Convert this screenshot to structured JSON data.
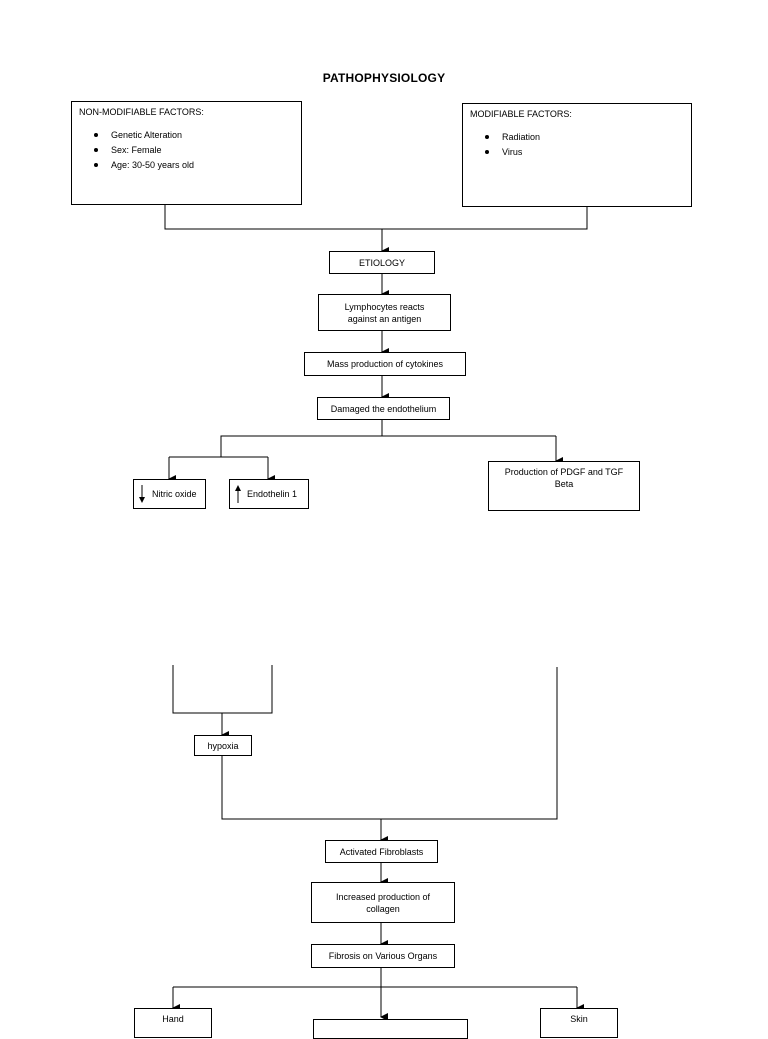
{
  "title": "PATHOPHYSIOLOGY",
  "non_modifiable": {
    "heading": "NON-MODIFIABLE FACTORS:",
    "items": [
      "Genetic Alteration",
      "Sex: Female",
      "Age: 30-50 years old"
    ]
  },
  "modifiable": {
    "heading": "MODIFIABLE FACTORS:",
    "items": [
      "Radiation",
      "Virus"
    ]
  },
  "nodes": {
    "etiology": "ETIOLOGY",
    "lymphocytes_line1": "Lymphocytes reacts",
    "lymphocytes_line2": "against an antigen",
    "cytokines": "Mass production of cytokines",
    "endothelium": "Damaged the endothelium",
    "nitric_oxide": "Nitric oxide",
    "endothelin": "Endothelin 1",
    "pdgf_line1": "Production of PDGF and TGF",
    "pdgf_line2": "Beta",
    "hypoxia": "hypoxia",
    "fibroblasts": "Activated Fibroblasts",
    "collagen_line1": "Increased production of",
    "collagen_line2": "collagen",
    "fibrosis": "Fibrosis on Various Organs",
    "hand": "Hand",
    "skin": "Skin"
  },
  "icons": {
    "nitric_oxide_indicator": "down-arrow-icon",
    "endothelin_indicator": "up-arrow-icon"
  }
}
